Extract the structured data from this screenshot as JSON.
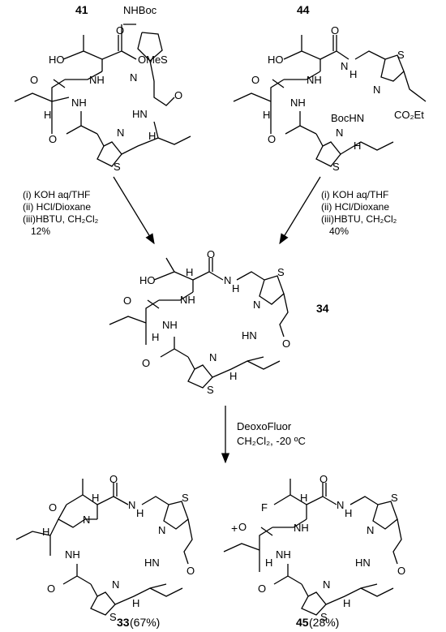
{
  "compounds": {
    "c41": "41",
    "c44": "44",
    "c34": "34",
    "c33": "33",
    "c45": "45"
  },
  "yields": {
    "y33": "(67%)",
    "y45": "(28%)"
  },
  "plus": "+",
  "conditions_left": [
    "(i) KOH aq/THF",
    "(ii) HCl/Dioxane",
    "(iii)HBTU, CH₂Cl₂",
    "12%"
  ],
  "conditions_right": [
    "(i) KOH aq/THF",
    "(ii) HCl/Dioxane",
    "(iii)HBTU, CH₂Cl₂",
    "40%"
  ],
  "conditions_bottom": [
    "DeoxoFluor",
    "CH₂Cl₂, -20 ºC"
  ],
  "atom_labels": {
    "HO": "HO",
    "NH": "NH",
    "HN": "HN",
    "H": "H",
    "N": "N",
    "S": "S",
    "O": "O",
    "F": "F",
    "OMe": "OMe",
    "NHBoc": "NHBoc",
    "BocHN": "BocHN",
    "CO2Et": "CO₂Et",
    "N_H": "N"
  }
}
